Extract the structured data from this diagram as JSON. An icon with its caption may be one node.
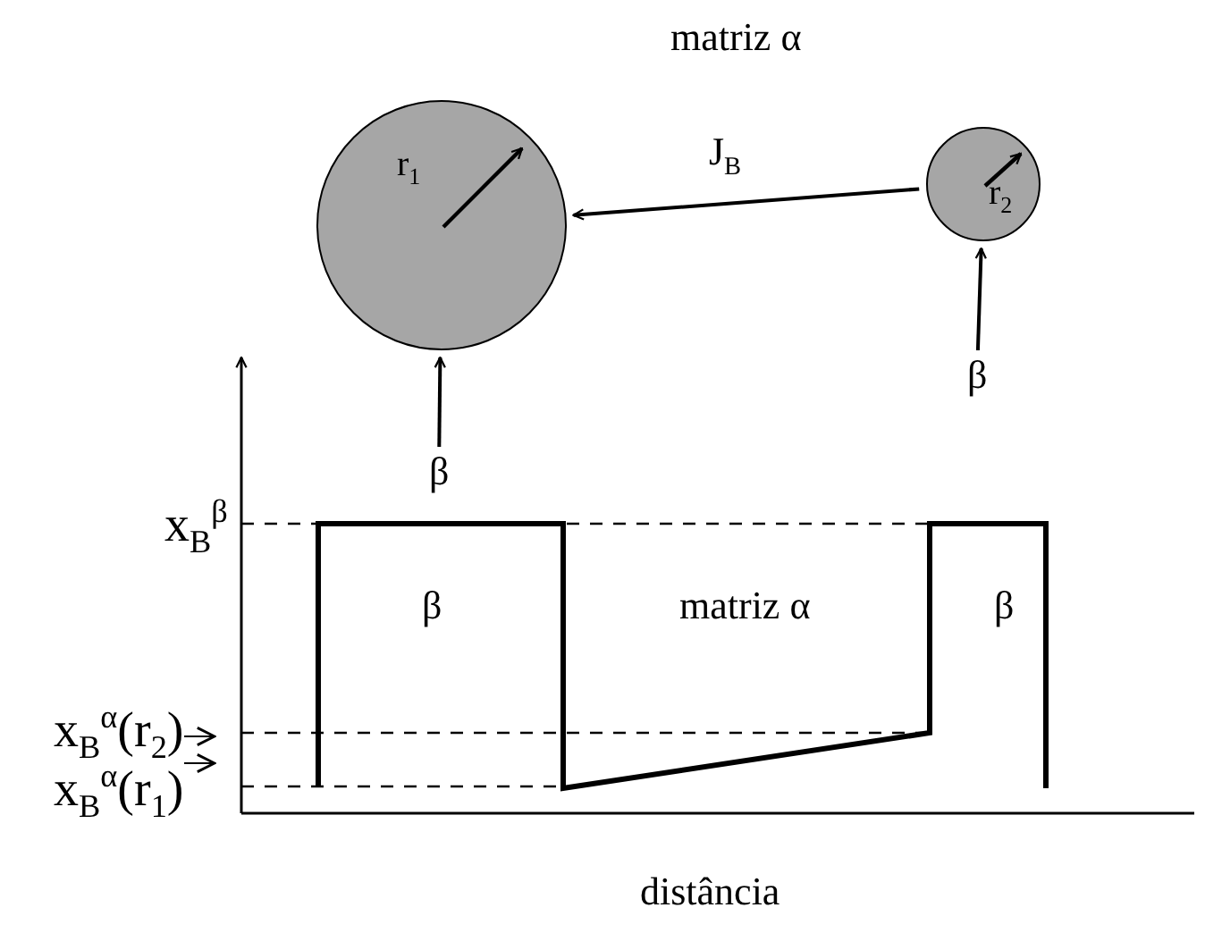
{
  "diagram": {
    "nodes": [
      {
        "text": [
          "r$_{1}$"
        ]
      },
      {
        "text": [
          "r$_{2}$"
        ]
      },
      {
        "text": [
          "β"
        ]
      },
      {
        "text": [
          "β"
        ]
      }
    ],
    "edges": [
      {
        "from": 1,
        "to": 0,
        "arrow": "to",
        "label": "J$_{B}$"
      },
      {
        "from": 2,
        "to": 0,
        "arrow": "to"
      },
      {
        "from": 3,
        "to": 1,
        "arrow": "to"
      }
    ],
    "labels": [
      "matriz α",
      "x$_{B}$$^{β}$",
      "x$_{B}$$^{α}$(r$_{2}$)",
      "x$_{B}$$^{α}$(r$_{1}$)",
      "β",
      "matriz α",
      "β",
      "distância"
    ]
  }
}
